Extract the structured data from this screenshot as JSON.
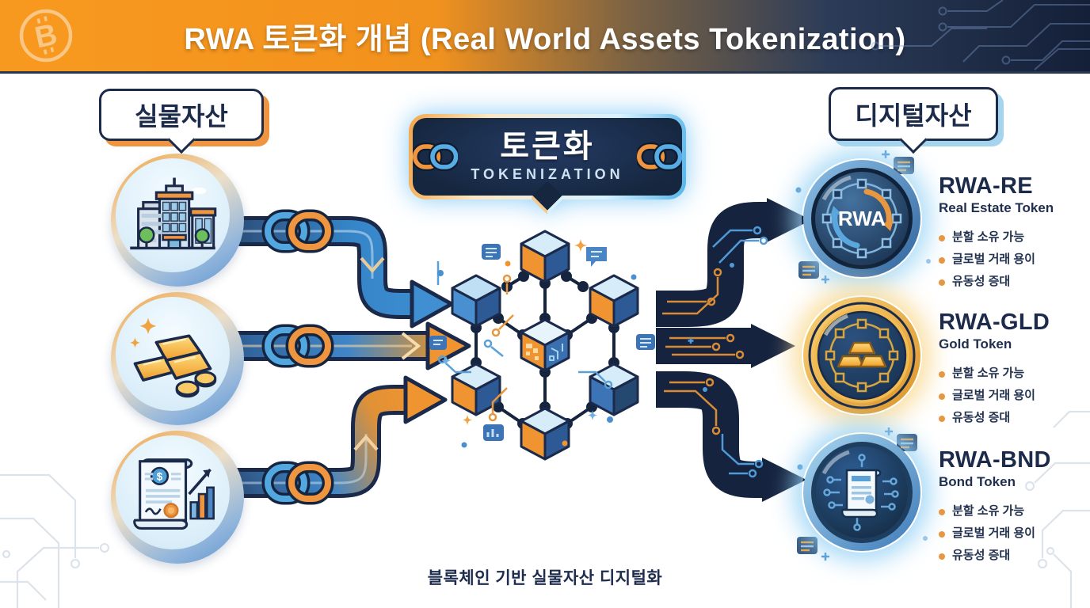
{
  "header": {
    "title": "RWA 토큰화 개념 (Real World Assets Tokenization)",
    "icon": "bitcoin-icon",
    "gradient_left": "#F8991F",
    "gradient_right": "#141F38"
  },
  "left_panel": {
    "bubble_label": "실물자산",
    "assets": [
      {
        "id": "real-estate",
        "icon": "building-icon"
      },
      {
        "id": "gold",
        "icon": "gold-bars-icon"
      },
      {
        "id": "bond",
        "icon": "bond-document-icon"
      }
    ]
  },
  "center": {
    "badge_title": "토큰화",
    "badge_subtitle": "TOKENIZATION",
    "badge_icons": [
      "chain-link-icon",
      "chain-link-icon"
    ],
    "network_icon": "blockchain-cube-network"
  },
  "right_panel": {
    "bubble_label": "디지털자산",
    "tokens": [
      {
        "symbol": "RWA-RE",
        "name": "Real Estate Token",
        "coin_text": "RWA",
        "coin_icon": "rwa-cycle-coin",
        "benefits": [
          "분할 소유 가능",
          "글로벌 거래 용이",
          "유동성 증대"
        ]
      },
      {
        "symbol": "RWA-GLD",
        "name": "Gold Token",
        "coin_icon": "gold-bars-coin",
        "benefits": [
          "분할 소유 가능",
          "글로벌 거래 용이",
          "유동성 증대"
        ]
      },
      {
        "symbol": "RWA-BND",
        "name": "Bond Token",
        "coin_icon": "bond-scroll-coin",
        "benefits": [
          "분할 소유 가능",
          "글로벌 거래 용이",
          "유동성 증대"
        ]
      }
    ]
  },
  "footer": {
    "caption": "블록체인 기반 실물자산 디지털화"
  },
  "colors": {
    "navy": "#1B2A4A",
    "dark_arrow": "#15233F",
    "blue": "#3A87CC",
    "light_blue": "#A5D4EF",
    "orange": "#F0953F",
    "gold": "#F3BB4A",
    "bullet": "#E8963F"
  }
}
